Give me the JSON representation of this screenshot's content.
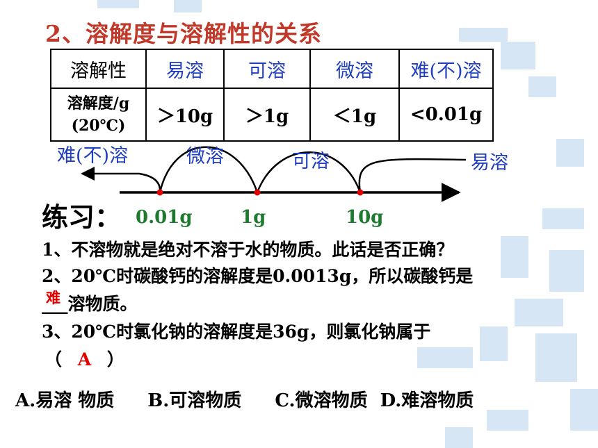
{
  "title": "2、溶解度与溶解性的关系",
  "table": {
    "row1": [
      "溶解性",
      "易溶",
      "可溶",
      "微溶",
      "难(不)溶"
    ],
    "row2_label_line1": "溶解度/g",
    "row2_label_line2": "(20℃)",
    "row2": [
      "＞10g",
      "＞1g",
      "＜1g",
      "<0.01g"
    ]
  },
  "number_line": {
    "arc_labels": [
      "难(不)溶",
      "微溶",
      "可溶",
      "易溶"
    ],
    "axis_labels": [
      "0.01g",
      "1g",
      "10g"
    ]
  },
  "practice_label": "练习：",
  "questions": {
    "q1": "1、不溶物就是绝对不溶于水的物质。此话是否正确？",
    "q2_line1": "2、20℃时碳酸钙的溶解度是0.0013g，所以碳酸钙是",
    "q2_blank": "___",
    "q2_answer": "难",
    "q2_line2": "溶物质。",
    "q3_line1": "3、20℃时氯化钠的溶解度是36g，则氯化钠属于",
    "q3_paren_open": "（",
    "q3_answer": "A",
    "q3_paren_close": "）"
  },
  "choices": [
    "A.易溶 物质",
    "B.可溶物质",
    "C.微溶物质",
    "D.难溶物质"
  ],
  "colors": {
    "title": "#c0392b",
    "blue": "#1f3fbf",
    "green": "#1e7a2e",
    "red": "#e00000"
  }
}
